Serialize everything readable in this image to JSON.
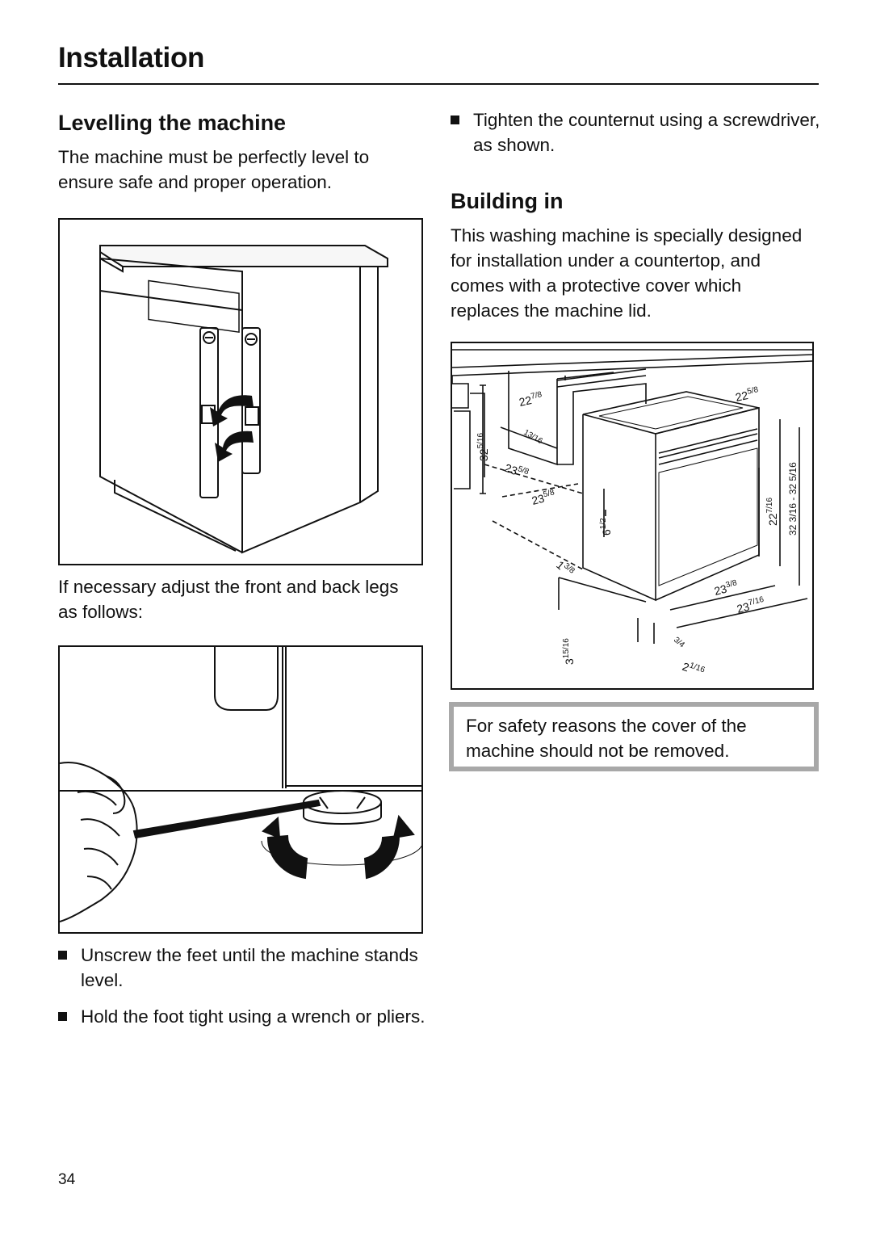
{
  "header": {
    "title": "Installation"
  },
  "left": {
    "heading": "Levelling the machine",
    "intro": "The machine must be perfectly level to ensure safe and proper operation.",
    "caption": "If necessary adjust the front and back legs as follows:",
    "steps": [
      "Unscrew the feet until the machine stands level.",
      "Hold the foot tight using a wrench or pliers."
    ]
  },
  "right": {
    "step": "Tighten the counternut using a screwdriver, as shown.",
    "heading": "Building in",
    "body": "This washing machine is specially designed for installation under a countertop, and comes with a protective cover which replaces the machine lid.",
    "dimensions": {
      "d1_whole": "22",
      "d1_frac": "7/8",
      "d2_whole": "22",
      "d2_frac": "5/8",
      "d3_whole": "32",
      "d3_frac": "5/16",
      "d4": "13/16",
      "d5_whole": "23",
      "d5_frac": "5/8",
      "d6_whole": "23",
      "d6_frac": "5/8",
      "d7_whole": "6",
      "d7_frac": "1/2",
      "d8_whole": "22",
      "d8_frac": "7/16",
      "d9": "32 3/16 - 32 5/16",
      "d10_whole": "1",
      "d10_frac": "3/8",
      "d11_whole": "23",
      "d11_frac": "3/8",
      "d12_whole": "23",
      "d12_frac": "7/16",
      "d13_whole": "3",
      "d13_frac": "15/16",
      "d14": "3/4",
      "d15_whole": "2",
      "d15_frac": "1/16"
    },
    "note": "For safety reasons the cover of the machine should not be removed."
  },
  "footer": {
    "page_number": "34"
  }
}
